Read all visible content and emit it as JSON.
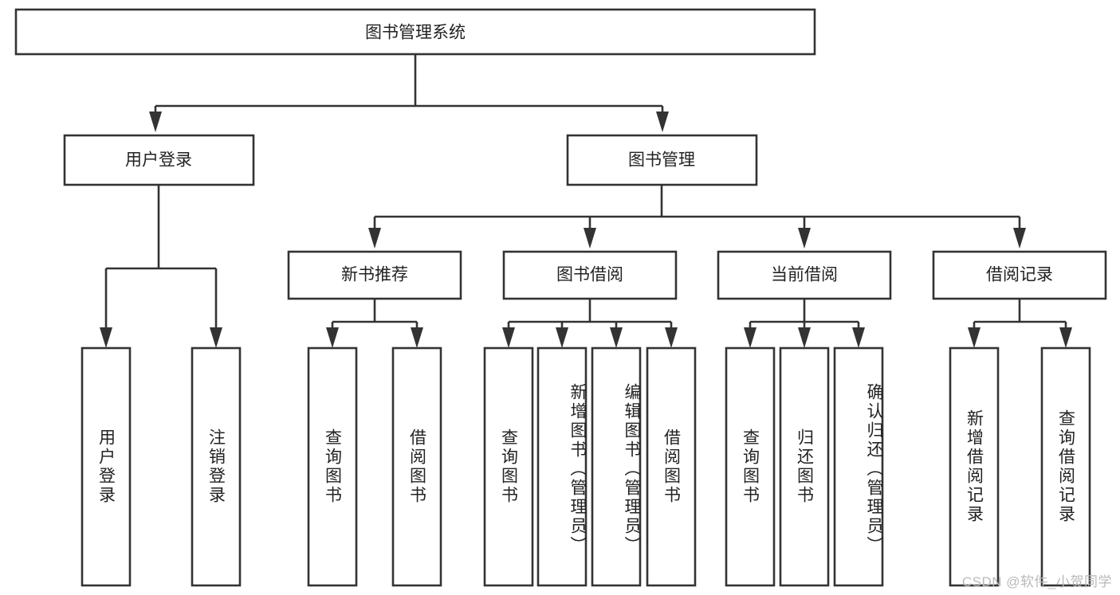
{
  "diagram": {
    "type": "tree-hierarchy",
    "title": "图书管理系统",
    "orientation": "top-down",
    "colors": {
      "box_stroke": "#333333",
      "box_fill": "#ffffff",
      "text": "#222222",
      "background": "#ffffff",
      "watermark": "#b9b9b9"
    },
    "root": {
      "label": "图书管理系统"
    },
    "level1": [
      {
        "label": "用户登录"
      },
      {
        "label": "图书管理"
      }
    ],
    "level2": [
      {
        "label": "新书推荐"
      },
      {
        "label": "图书借阅"
      },
      {
        "label": "当前借阅"
      },
      {
        "label": "借阅记录"
      }
    ],
    "leaves": {
      "user_login": [
        {
          "label": "用户登录"
        },
        {
          "label": "注销登录"
        }
      ],
      "new_book_recommend": [
        {
          "label": "查询图书"
        },
        {
          "label": "借阅图书"
        }
      ],
      "book_borrow": [
        {
          "label": "查询图书"
        },
        {
          "label": "新增图书（管理员）"
        },
        {
          "label": "编辑图书（管理员）"
        },
        {
          "label": "借阅图书"
        }
      ],
      "current_borrow": [
        {
          "label": "查询图书"
        },
        {
          "label": "归还图书"
        },
        {
          "label": "确认归还（管理员）"
        }
      ],
      "borrow_record": [
        {
          "label": "新增借阅记录"
        },
        {
          "label": "查询借阅记录"
        }
      ]
    }
  },
  "watermark": {
    "text": "CSDN @软件_小贺同学"
  }
}
